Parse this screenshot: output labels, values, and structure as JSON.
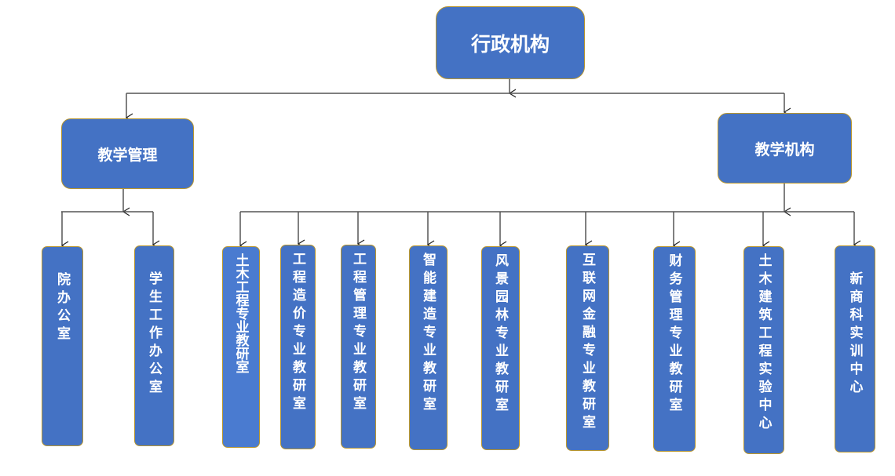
{
  "root": {
    "label": "行政机构"
  },
  "branches": [
    {
      "label": "教学管理",
      "children": [
        "院办公室",
        "学生工作办公室"
      ]
    },
    {
      "label": "教学机构",
      "children": [
        "土木工程专业教研室",
        "工程造价专业教研室",
        "工程管理专业教研室",
        "智能建造专业教研室",
        "风景园林专业教研室",
        "互联网金融专业教研室",
        "财务管理专业教研室",
        "土木建筑工程实验中心",
        "新商科实训中心"
      ]
    }
  ],
  "colors": {
    "box_fill": "#4472c4",
    "box_border": "#b8962e",
    "line": "#555555"
  }
}
